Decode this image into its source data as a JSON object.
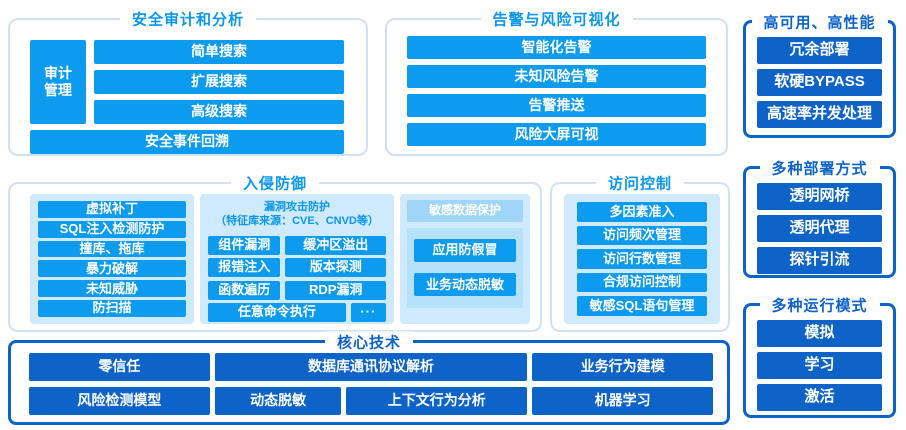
{
  "colors": {
    "item_bright_blue": "#0d9bf0",
    "item_dark_blue": "#0e63c9",
    "panel_light_blue": "#ceeafc",
    "border_light": "#cfe1f3",
    "title_bright": "#0a97ef",
    "title_dark": "#0e63c9",
    "sensitive_header_band": "#9fd6f7",
    "sensitive_inner_panel": "#b5e1fa"
  },
  "audit": {
    "title": "安全审计和分析",
    "side_label": "审计管理",
    "rows": [
      "简单搜索",
      "扩展搜索",
      "高级搜索"
    ],
    "bottom": "安全事件回溯"
  },
  "alert": {
    "title": "告警与风险可视化",
    "items": [
      "智能化告警",
      "未知风险告警",
      "告警推送",
      "风险大屏可视"
    ]
  },
  "ha": {
    "title": "高可用、高性能",
    "items": [
      "冗余部署",
      "软硬BYPASS",
      "高速率并发处理"
    ]
  },
  "intrusion": {
    "title": "入侵防御",
    "left_items": [
      "虚拟补丁",
      "SQL注入检测防护",
      "撞库、拖库",
      "暴力破解",
      "未知威胁",
      "防扫描"
    ],
    "vuln": {
      "header_line1": "漏洞攻击防护",
      "header_line2": "（特征库来源：CVE、CNVD等）",
      "grid": [
        [
          "组件漏洞",
          "缓冲区溢出"
        ],
        [
          "报错注入",
          "版本探测"
        ],
        [
          "函数遍历",
          "RDP漏洞"
        ]
      ],
      "wide_item": "任意命令执行",
      "more_item": "···"
    },
    "sensitive": {
      "header": "敏感数据保护",
      "items": [
        "应用防假冒",
        "业务动态脱敏"
      ]
    }
  },
  "access": {
    "title": "访问控制",
    "items": [
      "多因素准入",
      "访问频次管理",
      "访问行数管理",
      "合规访问控制",
      "敏感SQL语句管理"
    ]
  },
  "deploy": {
    "title": "多种部署方式",
    "items": [
      "透明网桥",
      "透明代理",
      "探针引流"
    ]
  },
  "modes": {
    "title": "多种运行模式",
    "items": [
      "模拟",
      "学习",
      "激活"
    ]
  },
  "core": {
    "title": "核心技术",
    "row1": [
      "零信任",
      "数据库通讯协议解析",
      "业务行为建模"
    ],
    "row2": [
      "风险检测模型",
      "动态脱敏",
      "上下文行为分析",
      "机器学习"
    ]
  }
}
